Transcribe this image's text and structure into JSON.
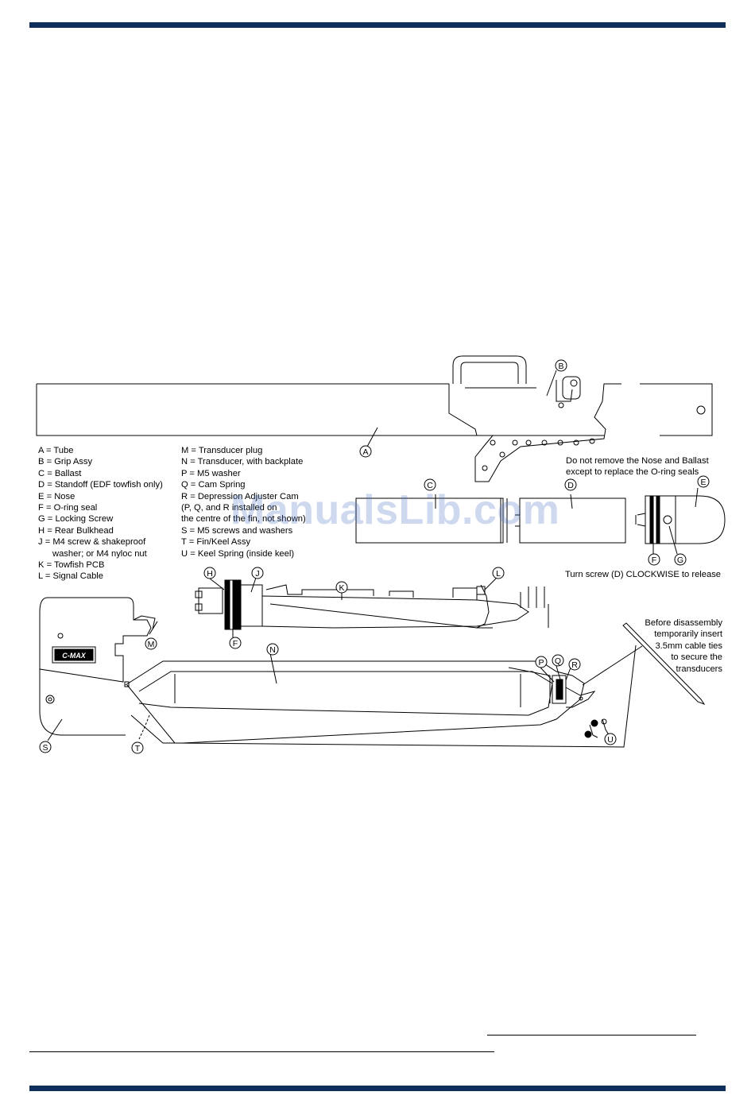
{
  "legend_left": [
    "A = Tube",
    "B = Grip Assy",
    "C = Ballast",
    "D = Standoff (EDF towfish only)",
    "E = Nose",
    "F = O-ring seal",
    "G = Locking Screw",
    "H = Rear Bulkhead",
    "J = M4 screw & shakeproof",
    "washer; or M4 nyloc nut",
    "K = Towfish PCB",
    "L = Signal Cable"
  ],
  "legend_right": [
    "M = Transducer plug",
    "N = Transducer, with backplate",
    "P = M5 washer",
    "Q = Cam Spring",
    "R = Depression Adjuster Cam",
    "(P, Q, and R installed on",
    "the centre of the fin, not shown)",
    "S = M5 screws and washers",
    "T = Fin/Keel Assy",
    "U = Keel Spring (inside keel)"
  ],
  "notes": {
    "nose_note": [
      "Do not remove the Nose and Ballast",
      "except to replace the O-ring seals"
    ],
    "turn_screw": "Turn screw (D) CLOCKWISE to release",
    "cable_ties": [
      "Before disassembly",
      "temporarily insert",
      "3.5mm cable ties",
      "to secure the",
      "transducers"
    ]
  },
  "callouts": {
    "A": "A",
    "B": "B",
    "C": "C",
    "D": "D",
    "E": "E",
    "F": "F",
    "G": "G",
    "H": "H",
    "J": "J",
    "K": "K",
    "L": "L",
    "M": "M",
    "N": "N",
    "P": "P",
    "Q": "Q",
    "R": "R",
    "S": "S",
    "T": "T",
    "U": "U",
    "F2": "F"
  },
  "logo_text": "C-MAX",
  "watermark": "ManualsLib.com",
  "colors": {
    "header_bar": "#0f2f5a",
    "watermark": "#5078c8"
  }
}
